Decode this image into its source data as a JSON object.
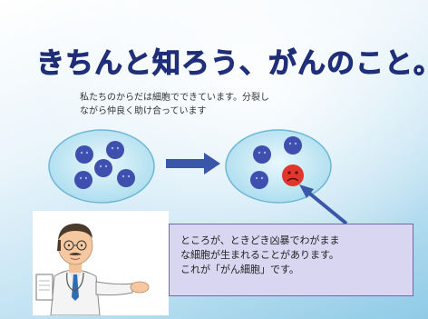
{
  "slide": {
    "title": "きちんと知ろう、がんのこと。",
    "intro_lines": [
      "私たちのからだは細胞でできています。分裂し",
      "ながら仲良く助け合っています"
    ],
    "callout_lines": [
      "ところが、ときどき凶暴でわがまま",
      "な細胞が生まれることがあります。",
      "これが「がん細胞」です。"
    ]
  },
  "colors": {
    "title": "#2b3f96",
    "cell_fill": "#3f4fae",
    "cancer_cell": "#e0362c",
    "arrow": "#3a56a8",
    "callout_bg": "#d8d6f0"
  },
  "icons": [
    "healthy-cell-icon",
    "cancer-cell-icon",
    "arrow-right-icon",
    "doctor-illustration"
  ]
}
